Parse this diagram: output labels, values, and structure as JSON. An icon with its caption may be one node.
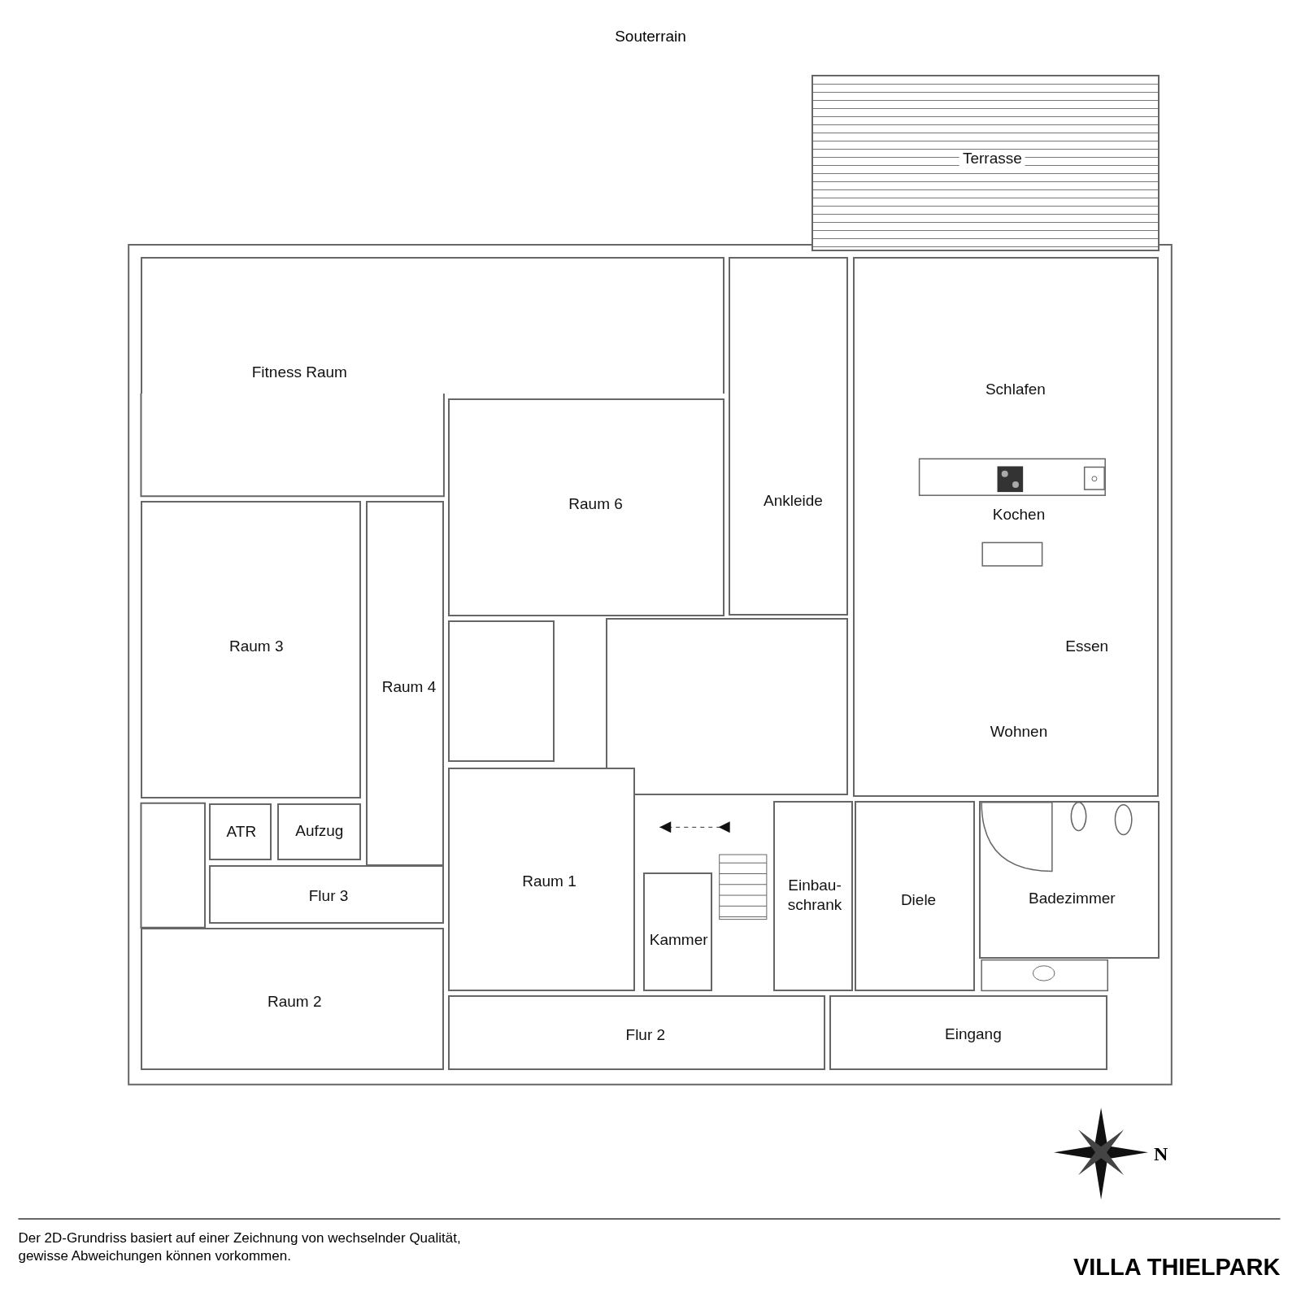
{
  "diagram": {
    "title": "Souterrain",
    "caption": "Der 2D-Grundriss basiert auf einer Zeichnung von wechselnder Qualität, gewisse Abweichungen können vorkommen.",
    "nodes": [
      {
        "text": [
          "Terrasse"
        ]
      },
      {
        "text": [
          "Fitness Raum"
        ]
      },
      {
        "text": [
          "Ankleide"
        ]
      },
      {
        "text": [
          "Schlafen",
          "Kochen",
          "Essen",
          "Wohnen"
        ]
      },
      {
        "text": [
          "Raum 6"
        ]
      },
      {
        "text": [
          "Raum 3"
        ]
      },
      {
        "text": [
          "Raum 4"
        ]
      },
      {
        "text": [],
        "shape": "box"
      },
      {
        "text": [],
        "shape": "box"
      },
      {
        "text": [
          "Raum 1"
        ]
      },
      {
        "text": [
          "ATR"
        ]
      },
      {
        "text": [
          "Aufzug"
        ]
      },
      {
        "text": [
          "Einbau- schrank"
        ]
      },
      {
        "text": [
          "Diele"
        ]
      },
      {
        "text": [
          "Badezimmer"
        ]
      },
      {
        "text": [
          "Flur 3"
        ]
      },
      {
        "text": [
          "Kammer"
        ]
      },
      {
        "text": [
          "Raum 2"
        ]
      },
      {
        "text": [
          "Flur 2"
        ]
      },
      {
        "text": [
          "Eingang"
        ]
      }
    ],
    "labels": [
      "N",
      "VILLA THIELPARK"
    ]
  }
}
